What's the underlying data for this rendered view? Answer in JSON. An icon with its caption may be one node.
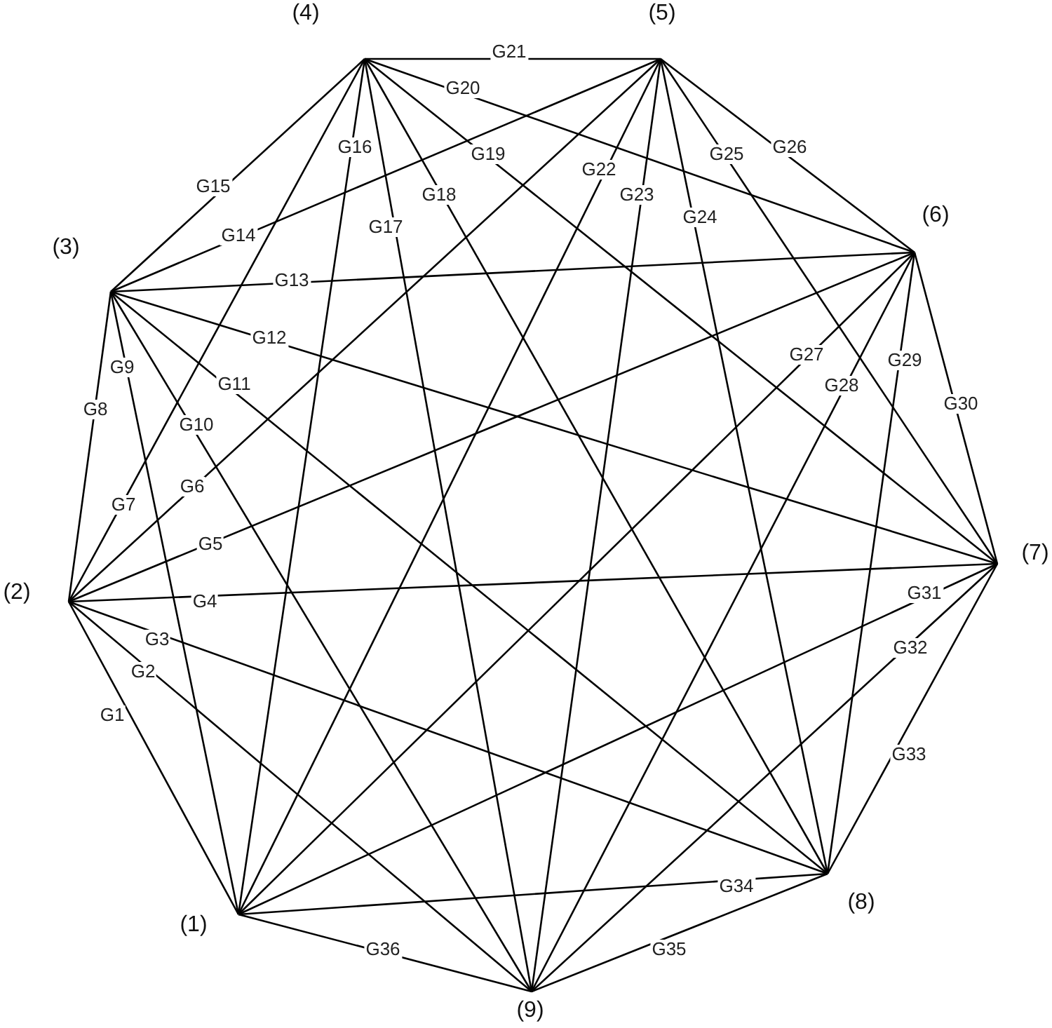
{
  "diagram": {
    "nodes": [
      {
        "text": [
          "(4)"
        ]
      },
      {
        "text": [
          "(5)"
        ]
      },
      {
        "text": [
          "(3)"
        ]
      },
      {
        "text": [
          "(6)"
        ]
      },
      {
        "text": [
          "(2)"
        ]
      },
      {
        "text": [
          "(7)"
        ]
      },
      {
        "text": [
          "(1)"
        ]
      },
      {
        "text": [
          "(8)"
        ]
      },
      {
        "text": [
          "(9)"
        ]
      }
    ],
    "edges": [
      {
        "from": 4,
        "to": 6,
        "arrow": "none",
        "label": "G1"
      },
      {
        "from": 4,
        "to": 8,
        "arrow": "none",
        "label": "G2"
      },
      {
        "from": 4,
        "to": 7,
        "arrow": "none",
        "label": "G3"
      },
      {
        "from": 4,
        "to": 5,
        "arrow": "none",
        "label": "G4"
      },
      {
        "from": 4,
        "to": 3,
        "arrow": "none",
        "label": "G5"
      },
      {
        "from": 4,
        "to": 1,
        "arrow": "none",
        "label": "G6"
      },
      {
        "from": 4,
        "to": 0,
        "arrow": "none",
        "label": "G7"
      },
      {
        "from": 4,
        "to": 2,
        "arrow": "none",
        "label": "G8"
      },
      {
        "from": 2,
        "to": 6,
        "arrow": "none",
        "label": "G9"
      },
      {
        "from": 2,
        "to": 8,
        "arrow": "none",
        "label": "G10"
      },
      {
        "from": 2,
        "to": 7,
        "arrow": "none",
        "label": "G11"
      },
      {
        "from": 2,
        "to": 5,
        "arrow": "none",
        "label": "G12"
      },
      {
        "from": 2,
        "to": 3,
        "arrow": "none",
        "label": "G13"
      },
      {
        "from": 2,
        "to": 1,
        "arrow": "none",
        "label": "G14"
      },
      {
        "from": 2,
        "to": 0,
        "arrow": "none",
        "label": "G15"
      },
      {
        "from": 0,
        "to": 6,
        "arrow": "none",
        "label": "G16"
      },
      {
        "from": 0,
        "to": 8,
        "arrow": "none",
        "label": "G17"
      },
      {
        "from": 0,
        "to": 7,
        "arrow": "none",
        "label": "G18"
      },
      {
        "from": 0,
        "to": 5,
        "arrow": "none",
        "label": "G19"
      },
      {
        "from": 0,
        "to": 3,
        "arrow": "none",
        "label": "G20"
      },
      {
        "from": 0,
        "to": 1,
        "arrow": "none",
        "label": "G21"
      },
      {
        "from": 1,
        "to": 6,
        "arrow": "none",
        "label": "G22"
      },
      {
        "from": 1,
        "to": 8,
        "arrow": "none",
        "label": "G23"
      },
      {
        "from": 1,
        "to": 7,
        "arrow": "none",
        "label": "G24"
      },
      {
        "from": 1,
        "to": 5,
        "arrow": "none",
        "label": "G25"
      },
      {
        "from": 1,
        "to": 3,
        "arrow": "none",
        "label": "G26"
      },
      {
        "from": 3,
        "to": 6,
        "arrow": "none",
        "label": "G27"
      },
      {
        "from": 3,
        "to": 8,
        "arrow": "none",
        "label": "G28"
      },
      {
        "from": 3,
        "to": 7,
        "arrow": "none",
        "label": "G29"
      },
      {
        "from": 3,
        "to": 5,
        "arrow": "none",
        "label": "G30"
      },
      {
        "from": 5,
        "to": 6,
        "arrow": "none",
        "label": "G31"
      },
      {
        "from": 5,
        "to": 8,
        "arrow": "none",
        "label": "G32"
      },
      {
        "from": 5,
        "to": 7,
        "arrow": "none",
        "label": "G33"
      },
      {
        "from": 7,
        "to": 6,
        "arrow": "none",
        "label": "G34"
      },
      {
        "from": 7,
        "to": 8,
        "arrow": "none",
        "label": "G35"
      },
      {
        "from": 8,
        "to": 6,
        "arrow": "none",
        "label": "G36"
      }
    ]
  }
}
